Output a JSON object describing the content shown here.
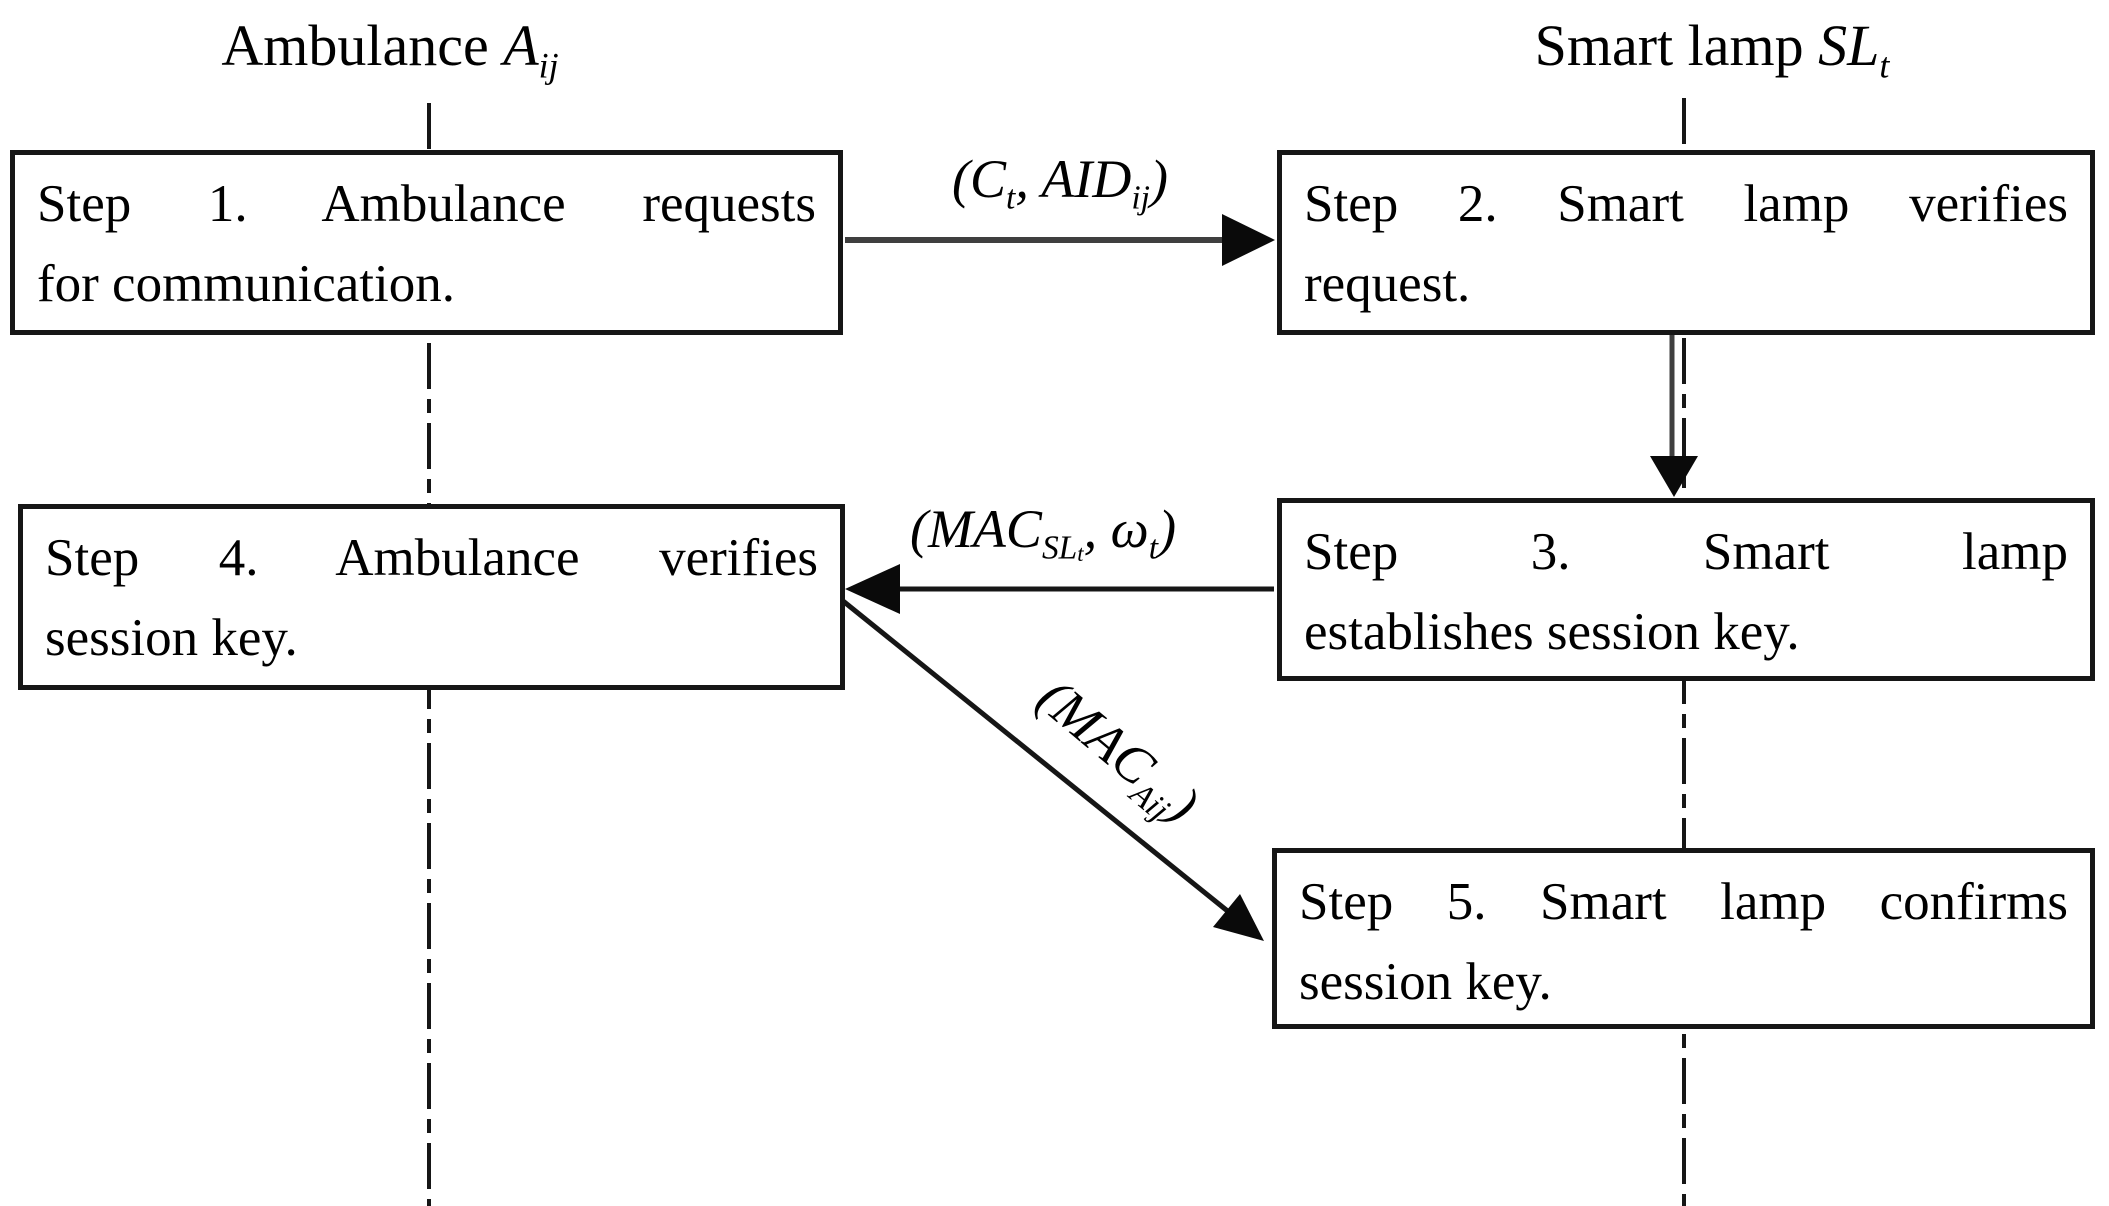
{
  "diagram": {
    "title_hint": "Authentication sequence between ambulance and smart lamp",
    "colors": {
      "background": "#ffffff",
      "line": "#161616",
      "arrow_gray": "#3f3f3f",
      "arrowhead": "#0a0a0a",
      "text": "#000000"
    },
    "actors": [
      {
        "id": "ambulance",
        "name_plain": "Ambulance A_ij",
        "name_segments": [
          {
            "t": "Ambulance "
          },
          {
            "t": "A",
            "i": 1
          },
          {
            "t": "ij",
            "i": 1,
            "sub": 1
          }
        ]
      },
      {
        "id": "smart-lamp",
        "name_plain": "Smart lamp SL_t",
        "name_segments": [
          {
            "t": "Smart lamp "
          },
          {
            "t": "SL",
            "i": 1
          },
          {
            "t": "t",
            "i": 1,
            "sub": 1
          }
        ]
      }
    ],
    "boxes": [
      {
        "id": "step1",
        "lines": [
          "Step 1. Ambulance requests",
          "for communication."
        ]
      },
      {
        "id": "step2",
        "lines": [
          "Step 2. Smart lamp verifies",
          "request."
        ]
      },
      {
        "id": "step3",
        "lines": [
          "Step 3. Smart lamp",
          "establishes session key."
        ]
      },
      {
        "id": "step4",
        "lines": [
          "Step 4. Ambulance verifies",
          "session key."
        ]
      },
      {
        "id": "step5",
        "lines": [
          "Step 5. Smart lamp confirms",
          "session key."
        ]
      }
    ],
    "messages": [
      {
        "id": "msg-ct-aid",
        "plain": "(C_t, AID_ij)",
        "from": "step1",
        "to": "step2",
        "segments": [
          {
            "t": "(",
            "i": 1
          },
          {
            "t": "C",
            "i": 1
          },
          {
            "t": "t",
            "i": 1,
            "sub": 1
          },
          {
            "t": ", ",
            "i": 1
          },
          {
            "t": "AID",
            "i": 1
          },
          {
            "t": "ij",
            "i": 1,
            "sub": 1
          },
          {
            "t": ")",
            "i": 1
          }
        ]
      },
      {
        "id": "msg-mac-sl",
        "plain": "(MAC_SL_t, ω_t)",
        "from": "step3",
        "to": "step4",
        "segments": [
          {
            "t": "(",
            "i": 1
          },
          {
            "t": "MAC",
            "i": 1
          },
          {
            "t": "SL",
            "i": 1,
            "sub": 1
          },
          {
            "t": "t",
            "i": 1,
            "sub": 2
          },
          {
            "t": ", ",
            "i": 1
          },
          {
            "t": "ω",
            "i": 1
          },
          {
            "t": "t",
            "i": 1,
            "sub": 1
          },
          {
            "t": ")",
            "i": 1
          }
        ]
      },
      {
        "id": "msg-mac-a",
        "plain": "(MAC_Aij)",
        "from": "step4",
        "to": "step5",
        "segments": [
          {
            "t": "(",
            "i": 1
          },
          {
            "t": "MAC",
            "i": 1
          },
          {
            "t": "Aij",
            "i": 1,
            "sub": 1
          },
          {
            "t": ")",
            "i": 1
          }
        ]
      }
    ]
  }
}
